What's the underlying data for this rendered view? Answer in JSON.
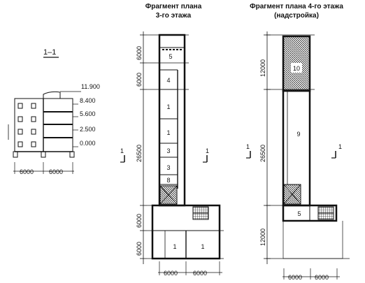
{
  "section": {
    "label": "1–1",
    "elevations": [
      "11.900",
      "8.400",
      "5.600",
      "2.500",
      "0.000"
    ],
    "dims": [
      "6000",
      "6000"
    ]
  },
  "plan3": {
    "title_line1": "Фрагмент плана",
    "title_line2": "3-го этажа",
    "rooms": [
      "5",
      "4",
      "1",
      "1",
      "3",
      "3",
      "8",
      "1",
      "1"
    ],
    "dims_vertical": [
      "6000",
      "6000",
      "26500",
      "6000",
      "6000"
    ],
    "dims_horizontal": [
      "6000",
      "6000"
    ],
    "cut_marks": [
      "1",
      "1"
    ]
  },
  "plan4": {
    "title_line1": "Фрагмент плана 4-го этажа",
    "title_line2": "(надстройка)",
    "rooms": [
      "10",
      "9",
      "5"
    ],
    "dims_vertical": [
      "12000",
      "26500",
      "12000"
    ],
    "dims_horizontal": [
      "6000",
      "6000"
    ],
    "cut_marks": [
      "1",
      "1"
    ]
  }
}
